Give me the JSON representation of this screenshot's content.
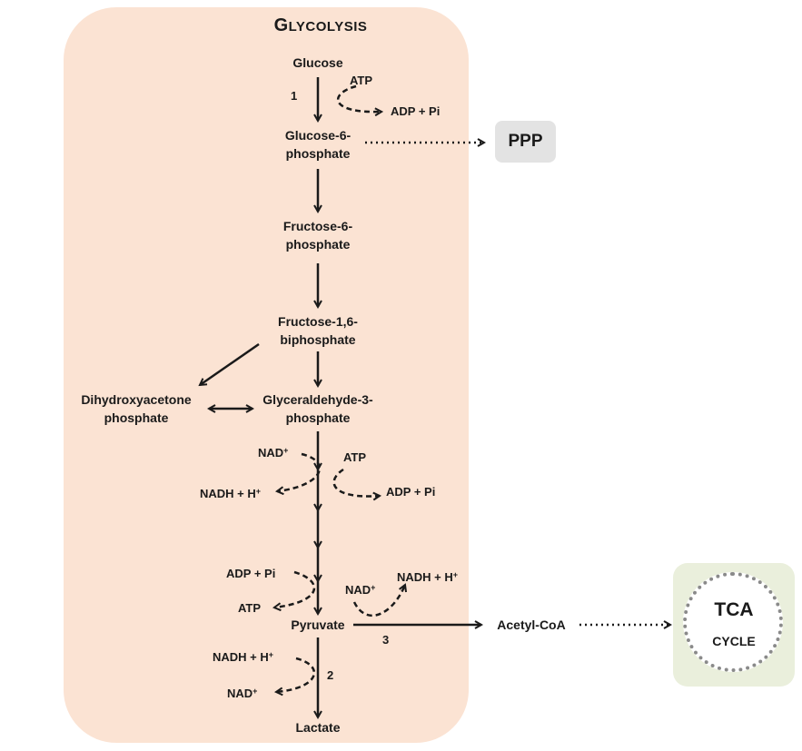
{
  "title": {
    "first": "G",
    "rest": "LYCOLYSIS"
  },
  "metabolites": {
    "glucose": "Glucose",
    "g6p_1": "Glucose-6-",
    "g6p_2": "phosphate",
    "f6p_1": "Fructose-6-",
    "f6p_2": "phosphate",
    "f16bp_1": "Fructose-1,6-",
    "f16bp_2": "biphosphate",
    "dhap_1": "Dihydroxyacetone",
    "dhap_2": "phosphate",
    "g3p_1": "Glyceraldehyde-3-",
    "g3p_2": "phosphate",
    "pyruvate": "Pyruvate",
    "lactate": "Lactate",
    "acetyl_coa": "Acetyl-CoA"
  },
  "cofactors": {
    "atp_1": "ATP",
    "adp_pi_1": "ADP + Pi",
    "nad_1": "NAD",
    "nadh_1": "NADH + H",
    "atp_2": "ATP",
    "adp_pi_2": "ADP + Pi",
    "adp_pi_3": "ADP + Pi",
    "atp_3": "ATP",
    "nad_2": "NAD",
    "nadh_2": "NADH + H",
    "nadh_3": "NADH + H",
    "nad_3": "NAD",
    "plus": "+"
  },
  "steps": {
    "one": "1",
    "two": "2",
    "three": "3"
  },
  "ppp": "PPP",
  "tca": {
    "line1": "TCA",
    "line2": "CYCLE"
  },
  "colors": {
    "glycolysis_bg": "#fbe3d3",
    "ppp_bg": "#e3e3e3",
    "tca_bg": "#eaefdc",
    "tca_ring": "#8a8a8a",
    "ink": "#1a1a1a"
  }
}
